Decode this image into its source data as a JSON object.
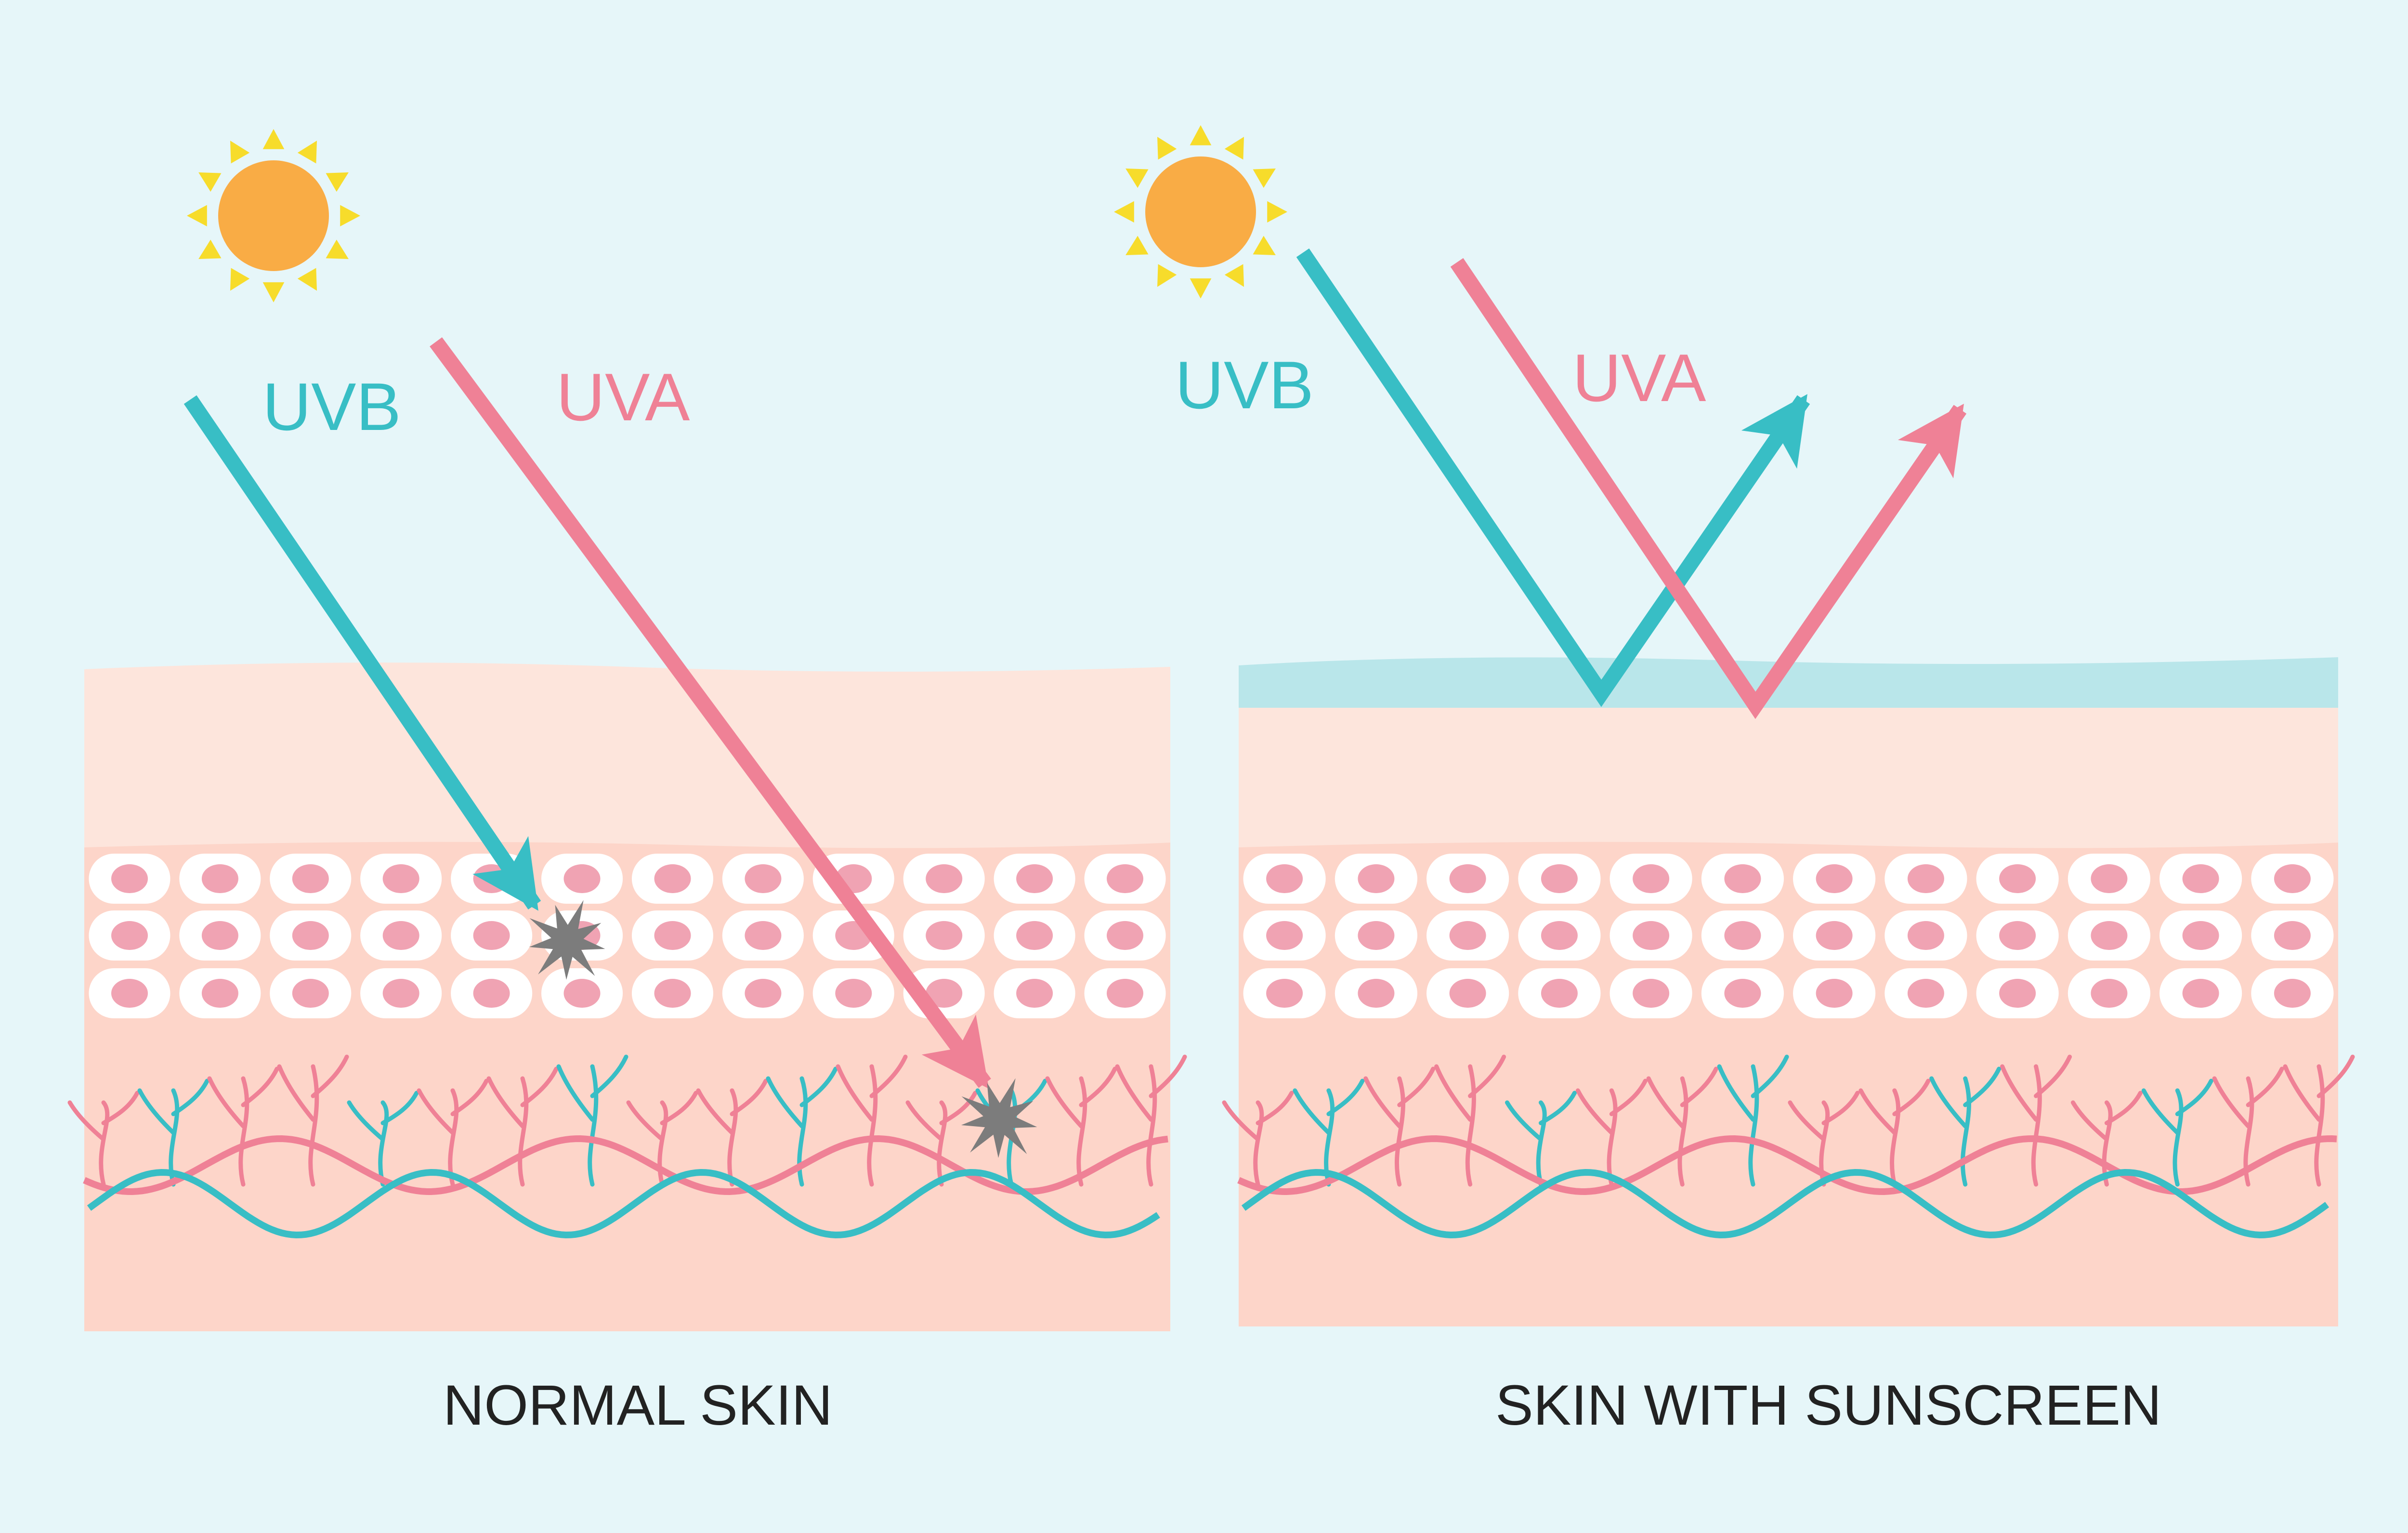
{
  "colors": {
    "background": "#e6f6f9",
    "uvb": "#38bec5",
    "uva": "#ef8196",
    "sun": "#f9ac45",
    "sun_rays": "#f7dc2b",
    "sunscreen": "#b9e6ea",
    "damage": "#7c7c7c",
    "skin_top": "#fde5dc",
    "skin_base": "#fdd5c9"
  },
  "icons": {
    "sun": "sun-icon",
    "damage": "starburst-icon"
  },
  "left_panel": {
    "uvb_label": "UVB",
    "uva_label": "UVA",
    "caption": "NORMAL SKIN"
  },
  "right_panel": {
    "uvb_label": "UVB",
    "uva_label": "UVA",
    "caption": "SKIN WITH SUNSCREEN"
  }
}
